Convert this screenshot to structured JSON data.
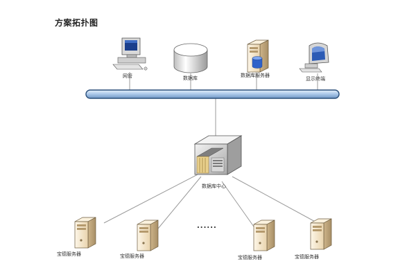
{
  "title": "方案拓扑图",
  "top_nodes": [
    {
      "label": "网管",
      "icon": "computer-icon"
    },
    {
      "label": "数据库",
      "icon": "database-icon"
    },
    {
      "label": "数据库服务器",
      "icon": "db-server-icon"
    },
    {
      "label": "显示终端",
      "icon": "display-terminal-icon"
    }
  ],
  "center_node": {
    "label": "数据库中心",
    "icon": "data-center-icon"
  },
  "bottom_nodes": [
    {
      "label": "宝德服务器",
      "icon": "server-icon"
    },
    {
      "label": "宝德服务器",
      "icon": "server-icon"
    },
    {
      "label": "宝德服务器",
      "icon": "server-icon"
    },
    {
      "label": "宝德服务器",
      "icon": "server-icon"
    }
  ],
  "ellipsis": "......",
  "colors": {
    "bus_fill": "#a9c6e8",
    "bus_stroke": "#2a4f7a",
    "line": "#9a9a9a",
    "server_body": "#f2e2c2"
  }
}
